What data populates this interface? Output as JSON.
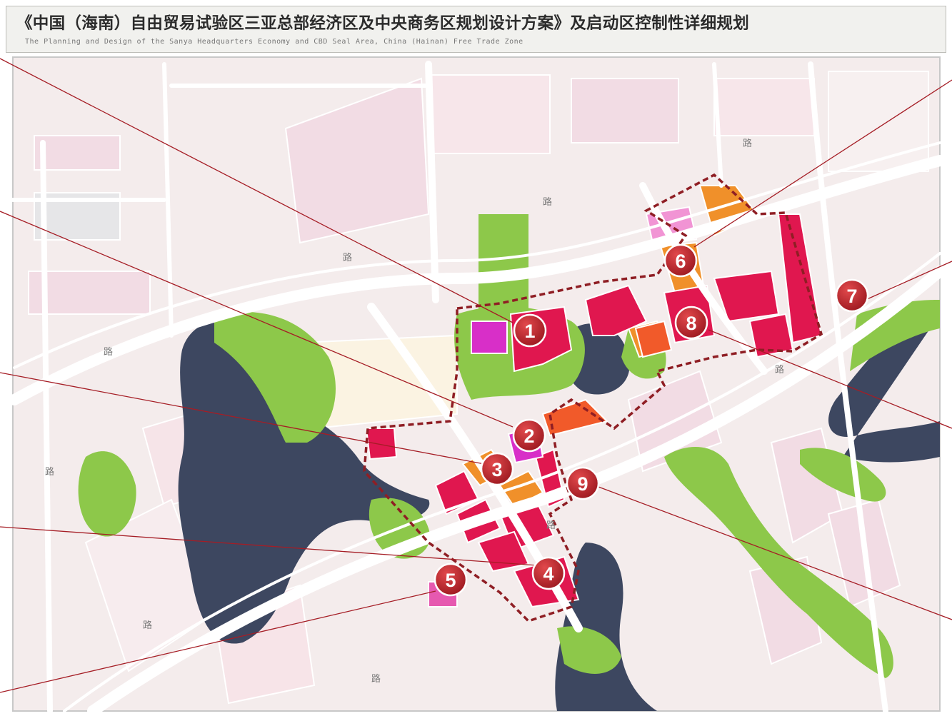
{
  "header": {
    "title_zh": "《中国（海南）自由贸易试验区三亚总部经济区及中央商务区规划设计方案》及启动区控制性详细规划",
    "title_en": "The Planning and Design of the Sanya Headquarters Economy and CBD Seal Area, China (Hainan) Free Trade Zone"
  },
  "road_labels": [
    "路",
    "路",
    "路",
    "路",
    "路",
    "路",
    "路",
    "路",
    "路"
  ],
  "markers": [
    {
      "number": "1"
    },
    {
      "number": "2"
    },
    {
      "number": "3"
    },
    {
      "number": "4"
    },
    {
      "number": "5"
    },
    {
      "number": "6"
    },
    {
      "number": "7"
    },
    {
      "number": "8"
    },
    {
      "number": "9"
    }
  ],
  "colors": {
    "marker_fill": "#c0282d",
    "leader_line": "#a51d25",
    "water": "#3d4760",
    "greenspace": "#8dc84a",
    "commercial": "#e0174f",
    "office": "#f0902a",
    "residential": "#f2dce4",
    "public": "#d82fc8"
  }
}
